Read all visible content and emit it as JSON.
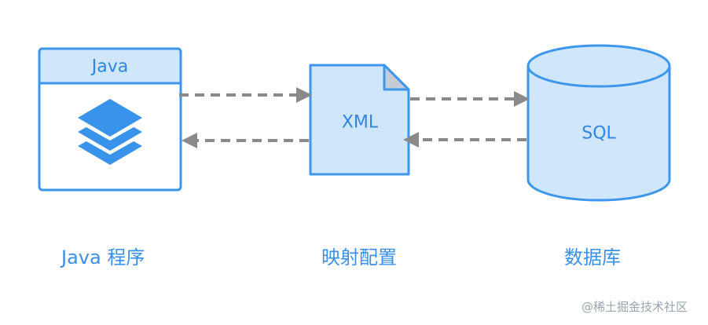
{
  "java_box": {
    "header": "Java",
    "caption": "Java 程序"
  },
  "xml_doc": {
    "label": "XML",
    "caption": "映射配置"
  },
  "database": {
    "label": "SQL",
    "caption": "数据库"
  },
  "watermark": "@稀土掘金技术社区",
  "colors": {
    "stroke": "#3c97ec",
    "fill": "#cfe6fb",
    "layers": "#3a93ea",
    "arrow": "#8a8a8a",
    "caption_text": "#3a8fe6"
  },
  "icons": [
    "layers-icon",
    "document-icon",
    "database-cylinder-icon"
  ]
}
